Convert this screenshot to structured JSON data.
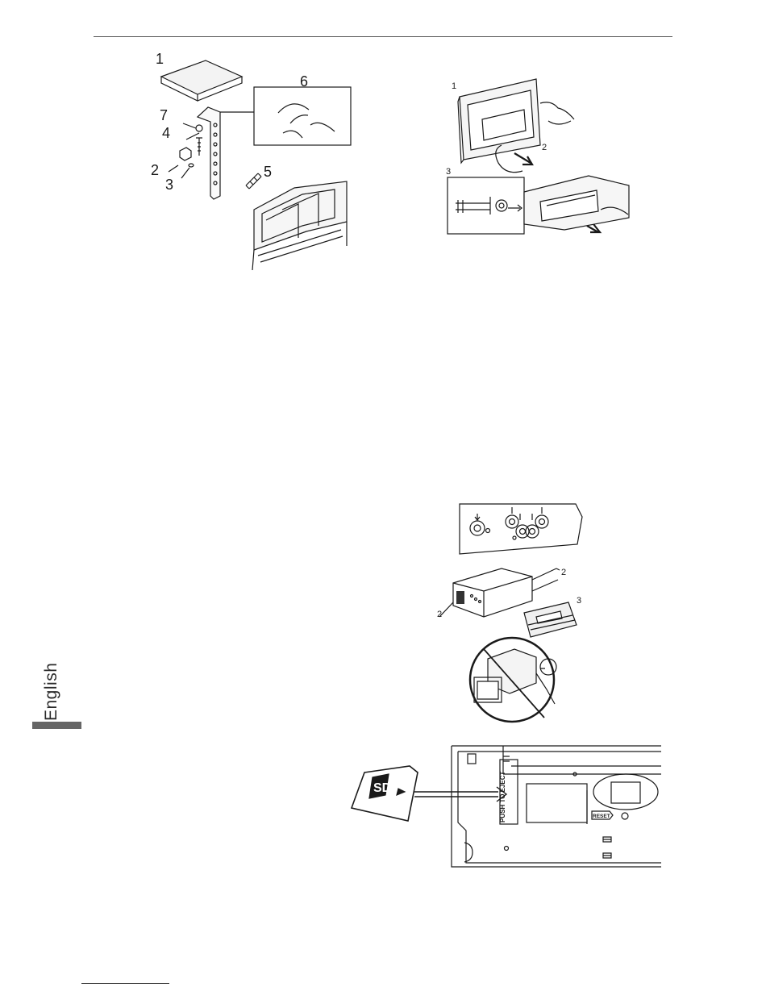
{
  "language_tab": {
    "label": "English"
  },
  "figure_a": {
    "callouts": [
      "1",
      "2",
      "3",
      "4",
      "5",
      "6",
      "7"
    ]
  },
  "figure_b": {
    "callouts": [
      "1",
      "2",
      "3"
    ]
  },
  "figure_c": {
    "callouts": [
      "2",
      "2",
      "3"
    ]
  },
  "figure_d": {
    "card_logo": "SD",
    "slot_label": "PUSH TO EJECT",
    "reset_label": "RESET"
  },
  "colors": {
    "line": "#1a1a1a",
    "tab_bar": "#666666",
    "rule": "#555555"
  }
}
